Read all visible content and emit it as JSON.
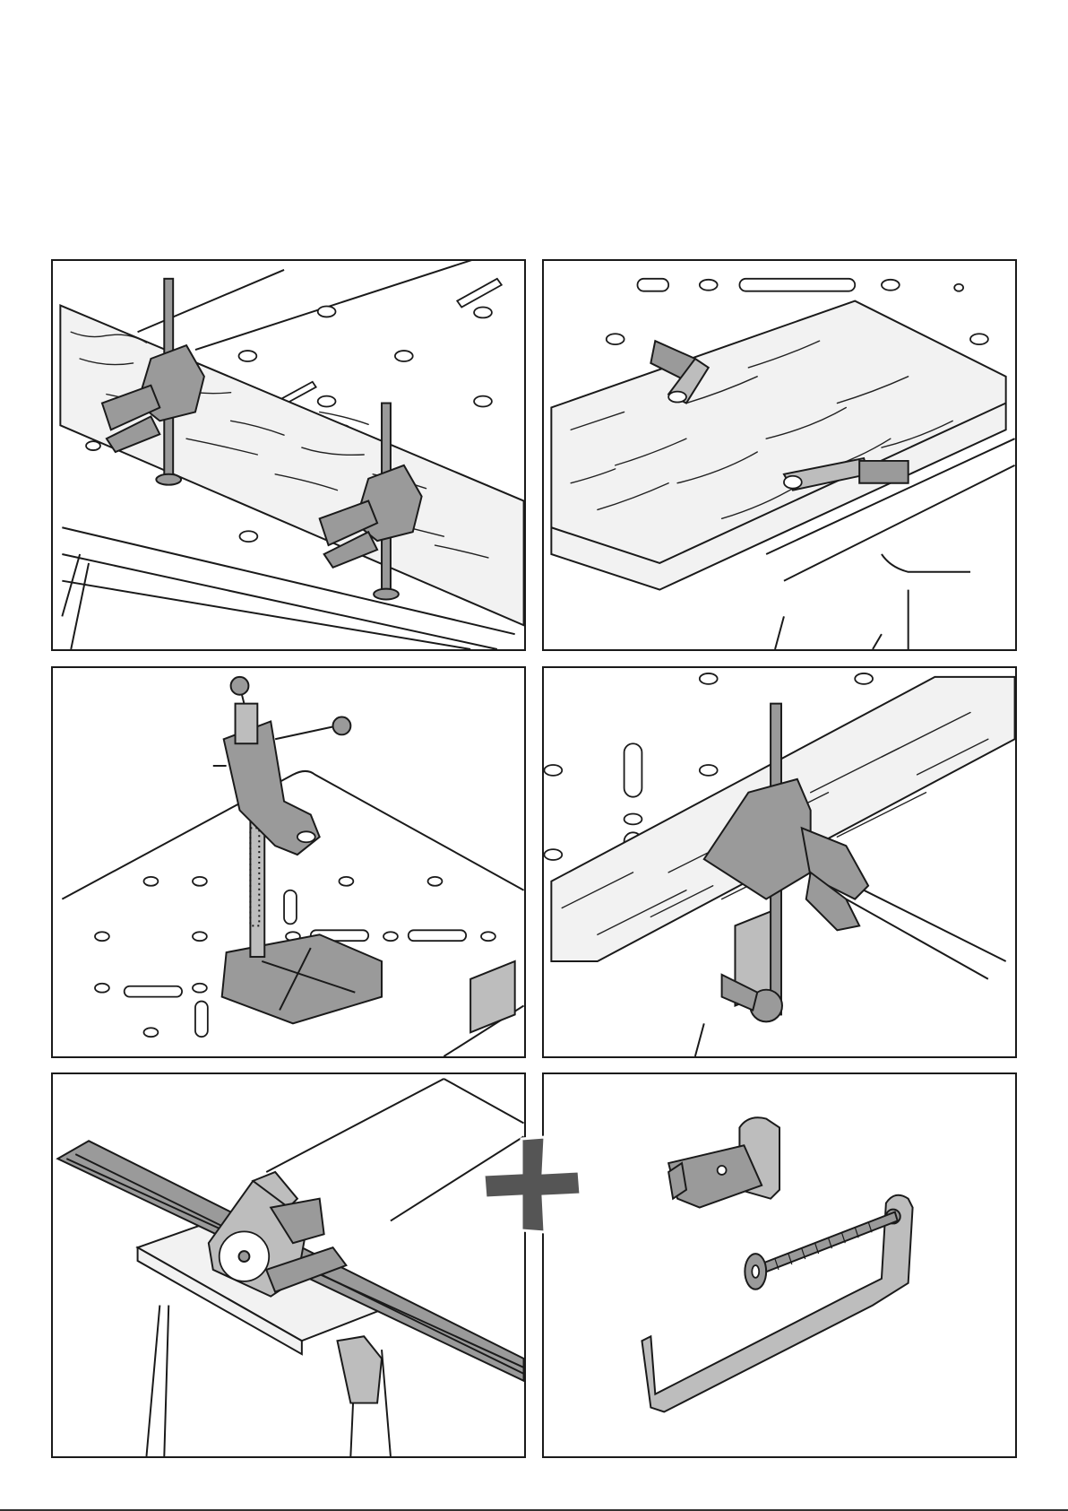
{
  "document": {
    "panels": [
      {
        "id": "p1",
        "subject": "bench-clamps-on-board"
      },
      {
        "id": "p2",
        "subject": "clamping-dogs-under-board"
      },
      {
        "id": "p3",
        "subject": "drill-stand-on-table"
      },
      {
        "id": "p4",
        "subject": "vertical-clamp-board"
      },
      {
        "id": "p5",
        "subject": "circular-saw-on-guide-rail"
      },
      {
        "id": "p6",
        "subject": "accessories-bracket-and-g-clamp"
      }
    ],
    "plus_symbol": "+"
  },
  "colors": {
    "line": "#1a1a1a",
    "metal": "#9a9a9a",
    "light_metal": "#bdbdbd",
    "plus": "#555555"
  }
}
